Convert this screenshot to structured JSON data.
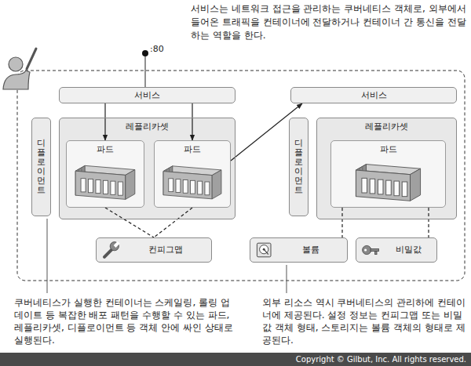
{
  "diagram": {
    "nodes": [
      {
        "text": [
          "서비스"
        ]
      },
      {
        "text": [
          "서비스"
        ]
      },
      {
        "text": [
          "디플로이먼트"
        ]
      },
      {
        "text": [
          "레플리카셋"
        ]
      },
      {
        "text": [
          "파드"
        ],
        "in": 3
      },
      {
        "text": [
          "파드"
        ],
        "in": 3
      },
      {
        "text": [
          "디플로이먼트"
        ]
      },
      {
        "text": [
          "레플리카셋"
        ]
      },
      {
        "text": [
          "파드"
        ],
        "in": 7
      },
      {
        "text": [
          "컨피그맵"
        ]
      },
      {
        "text": [
          "볼륨"
        ]
      },
      {
        "text": [
          "비밀값"
        ]
      }
    ],
    "edges": [
      {
        "from": 0,
        "to": 4,
        "arrow": "to"
      },
      {
        "from": 0,
        "to": 5,
        "arrow": "to"
      },
      {
        "from": 5,
        "to": 1,
        "arrow": "to"
      },
      {
        "from": 4,
        "to": 9,
        "arrow": "none"
      },
      {
        "from": 5,
        "to": 9,
        "arrow": "none"
      },
      {
        "from": 8,
        "to": 10,
        "arrow": "none"
      },
      {
        "from": 8,
        "to": 11,
        "arrow": "none"
      }
    ],
    "labels": [
      "서비스는 네트워크 접근을 관리하는 쿠버네티스 객체로, 외부에서 들어온 트래픽을 컨테이너에 전달하거나 컨테이너 간 통신을 전달하는 역할을 한다.",
      ":80",
      "쿠버네티스가 실행한 컨테이너는 스케일링, 롤링 업데이트 등 복잡한 배포 패턴을 수행할 수 있는 파드, 레플리카셋, 디플로이먼트 등 객체 안에 싸인 상태로 실행된다.",
      "외부 리소스 역시 쿠버네티스의 관리하에 컨테이너에 제공된다. 설정 정보는 컨피그맵 또는 비밀값 객체 형태, 스토리지는 볼륨 객체의 형태로 제공된다.",
      "Copyright © Gilbut, Inc. All rights reserved."
    ]
  }
}
